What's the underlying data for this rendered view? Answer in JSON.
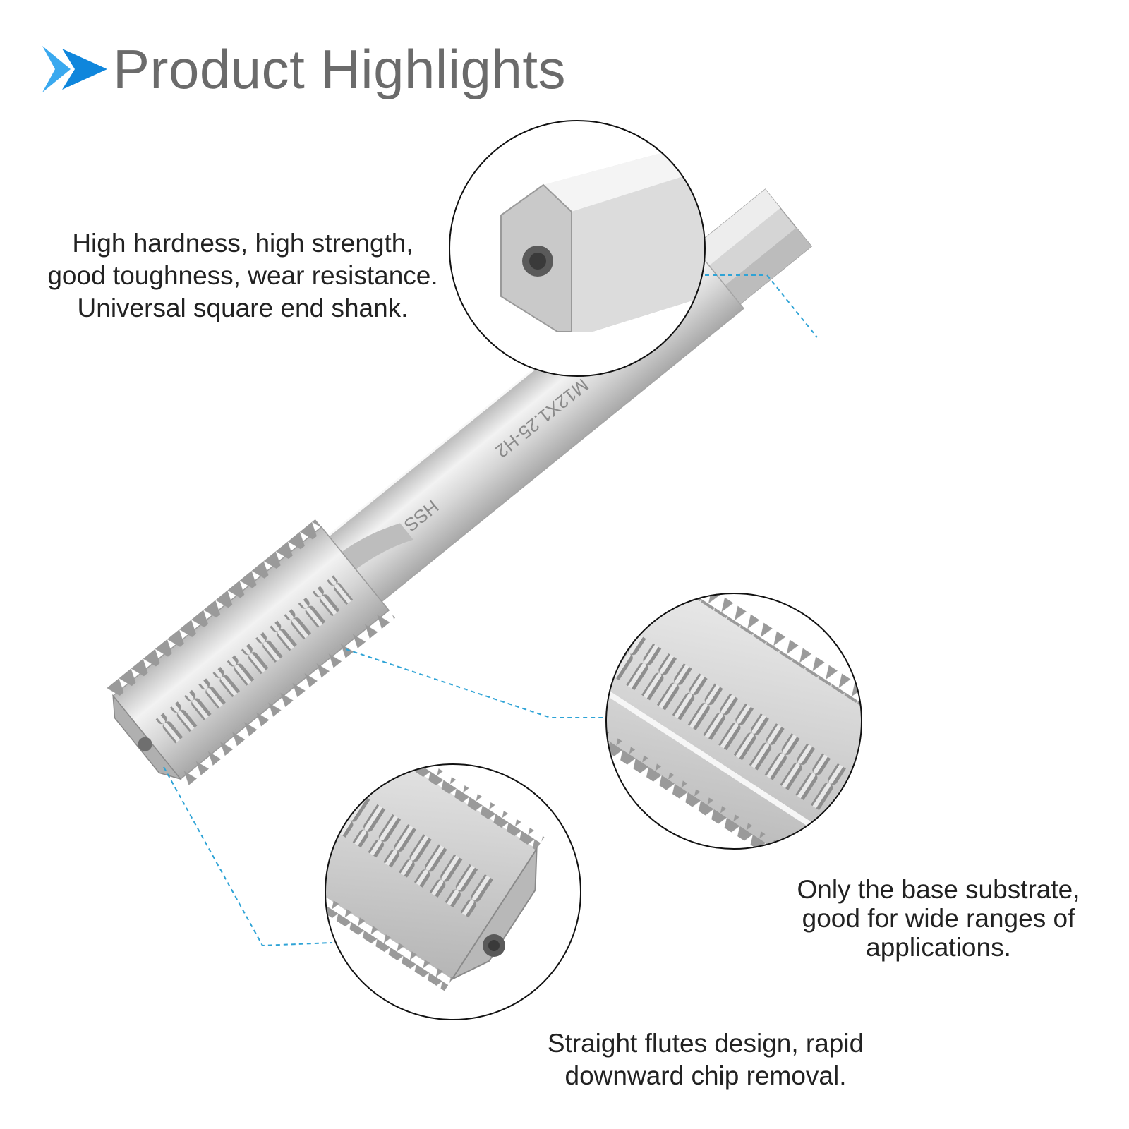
{
  "header": {
    "title": "Product Highlights",
    "arrow_colors": [
      "#3aa9ef",
      "#0f86dc"
    ],
    "title_color": "#6b6b6b"
  },
  "captions": {
    "shank": [
      "High hardness, high strength,",
      "good toughness, wear resistance.",
      "Universal square end shank."
    ],
    "substrate": [
      "Only the base substrate,",
      "good for wide ranges of",
      "applications."
    ],
    "flutes": [
      "Straight flutes design, rapid",
      "downward chip removal."
    ]
  },
  "product": {
    "engraving_main": "M12X1.25-H2",
    "engraving_material": "HSS"
  },
  "colors": {
    "leader_line": "#2ea3d6",
    "steel_light": "#e6e6e6",
    "steel_mid": "#c4c4c4",
    "steel_dark": "#8f8f8f"
  }
}
